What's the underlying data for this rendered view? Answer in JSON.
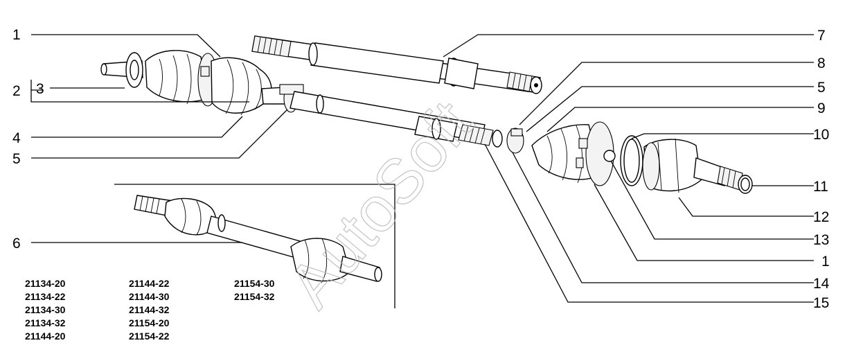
{
  "watermark": "AutoSoft",
  "callouts": {
    "left": [
      "1",
      "2",
      "3",
      "4",
      "5",
      "6"
    ],
    "right": [
      "7",
      "8",
      "5",
      "9",
      "10",
      "11",
      "12",
      "13",
      "1",
      "14",
      "15"
    ]
  },
  "applicability_codes": {
    "column1": [
      "21134-20",
      "21134-22",
      "21134-30",
      "21134-32",
      "21144-20"
    ],
    "column2": [
      "21144-22",
      "21144-30",
      "21144-32",
      "21154-20",
      "21154-22"
    ],
    "column3": [
      "21154-30",
      "21154-32"
    ]
  }
}
